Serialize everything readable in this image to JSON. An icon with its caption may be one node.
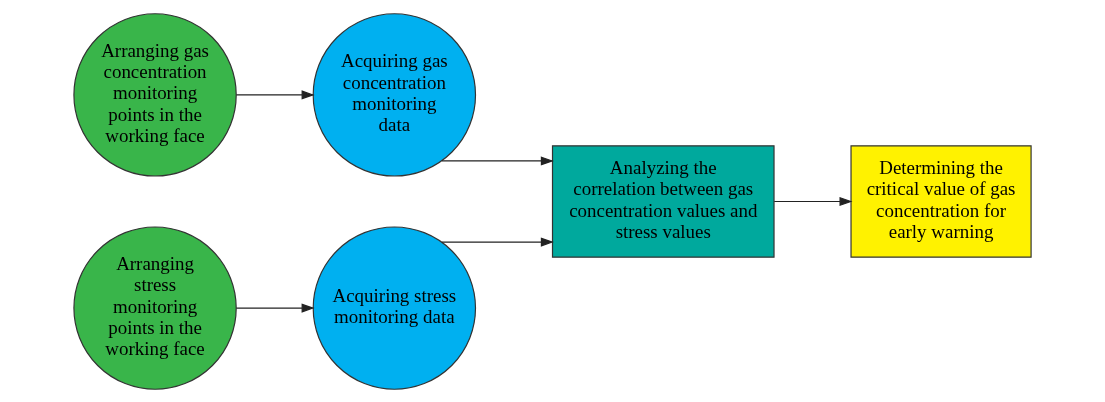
{
  "diagram": {
    "nodes": [
      {
        "text": [
          "Arranging gas concentration monitoring points in the working face"
        ]
      },
      {
        "text": [
          "Acquiring gas concentration monitoring data"
        ]
      },
      {
        "text": [
          "Arranging stress monitoring points in the working face"
        ]
      },
      {
        "text": [
          "Acquiring stress monitoring data"
        ]
      },
      {
        "text": [
          "Analyzing the correlation between gas concentration values and stress values"
        ]
      },
      {
        "text": [
          "Determining the critical value of gas concentration for early warning"
        ]
      }
    ],
    "edges": [
      {
        "from": 0,
        "to": 1,
        "arrow": "to"
      },
      {
        "from": 2,
        "to": 3,
        "arrow": "to"
      },
      {
        "from": 1,
        "to": 4,
        "arrow": "to"
      },
      {
        "from": 3,
        "to": 4,
        "arrow": "to"
      },
      {
        "from": 4,
        "to": 5,
        "arrow": "to"
      }
    ]
  }
}
